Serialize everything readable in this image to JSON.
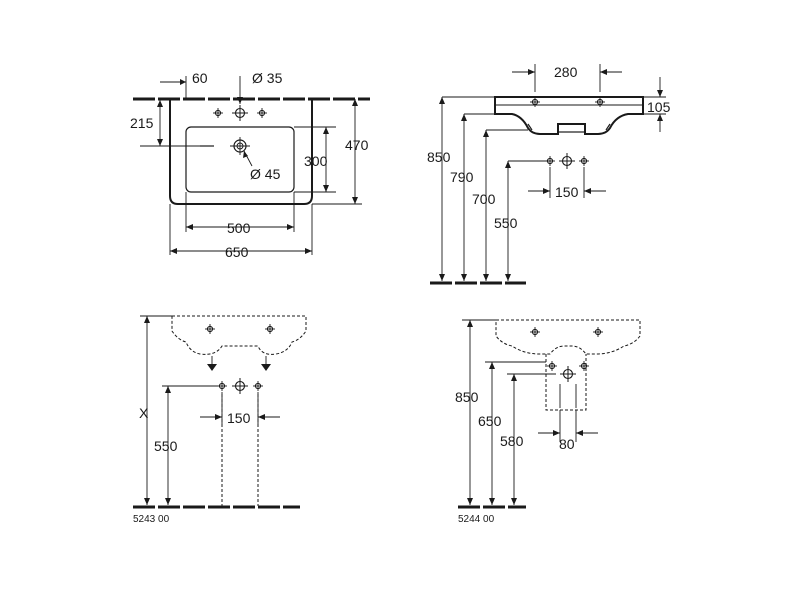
{
  "top_view": {
    "dim_60": "60",
    "dim_dia35": "Ø 35",
    "dim_215": "215",
    "dim_470": "470",
    "dim_300": "300",
    "dim_dia45": "Ø 45",
    "dim_500": "500",
    "dim_650": "650"
  },
  "side_view": {
    "dim_280": "280",
    "dim_105": "105",
    "dim_850": "850",
    "dim_790": "790",
    "dim_700": "700",
    "dim_550": "550",
    "dim_150": "150"
  },
  "pedestal_view": {
    "dim_x": "X",
    "dim_550": "550",
    "dim_150": "150",
    "code": "5243 00"
  },
  "semi_pedestal_view": {
    "dim_850": "850",
    "dim_650": "650",
    "dim_580": "580",
    "dim_80": "80",
    "code": "5244 00"
  }
}
